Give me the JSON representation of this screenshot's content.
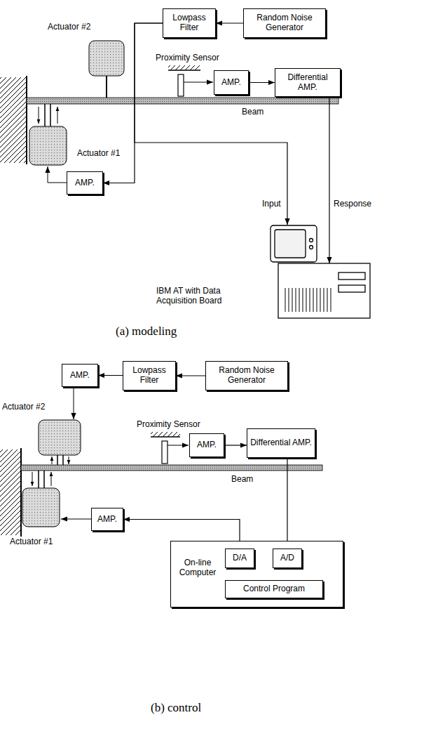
{
  "diagram": {
    "nodes": [
      {
        "text": [
          "Lowpass Filter"
        ]
      },
      {
        "text": [
          "Random Noise Generator"
        ]
      },
      {
        "text": [
          "AMP."
        ]
      },
      {
        "text": [
          "Differential AMP."
        ]
      },
      {
        "text": [
          "AMP."
        ]
      },
      {
        "text": [
          "IBM AT with Data Acquisition Board"
        ]
      },
      {
        "text": [
          "AMP."
        ]
      },
      {
        "text": [
          "Lowpass Filter"
        ]
      },
      {
        "text": [
          "Random Noise Generator"
        ]
      },
      {
        "text": [
          "AMP."
        ]
      },
      {
        "text": [
          "Differential AMP."
        ]
      },
      {
        "text": [
          "AMP."
        ]
      },
      {
        "text": [
          "On-line Computer"
        ]
      },
      {
        "text": [
          "D/A"
        ],
        "in": 12
      },
      {
        "text": [
          "A/D"
        ],
        "in": 12
      },
      {
        "text": [
          "Control Program"
        ],
        "in": 12
      }
    ],
    "edges": [
      {
        "from": 1,
        "to": 0,
        "arrow": "to"
      },
      {
        "from": 0,
        "to": 4,
        "arrow": "to"
      },
      {
        "from": 0,
        "to": 5,
        "label": "Input",
        "arrow": "to"
      },
      {
        "from": 2,
        "to": 3,
        "arrow": "to"
      },
      {
        "from": 3,
        "to": 5,
        "label": "Response",
        "arrow": "to"
      },
      {
        "from": 8,
        "to": 7,
        "arrow": "to"
      },
      {
        "from": 7,
        "to": 6,
        "arrow": "to"
      },
      {
        "from": 9,
        "to": 10,
        "arrow": "to"
      },
      {
        "from": 10,
        "to": 14,
        "arrow": "to"
      },
      {
        "from": 13,
        "to": 11,
        "arrow": "to"
      }
    ],
    "labels": [
      "Actuator #2",
      "Proximity Sensor",
      "Beam",
      "Actuator #1",
      "(a) modeling",
      "Actuator #2",
      "Proximity Sensor",
      "Beam",
      "Actuator #1",
      "(b) control"
    ]
  }
}
